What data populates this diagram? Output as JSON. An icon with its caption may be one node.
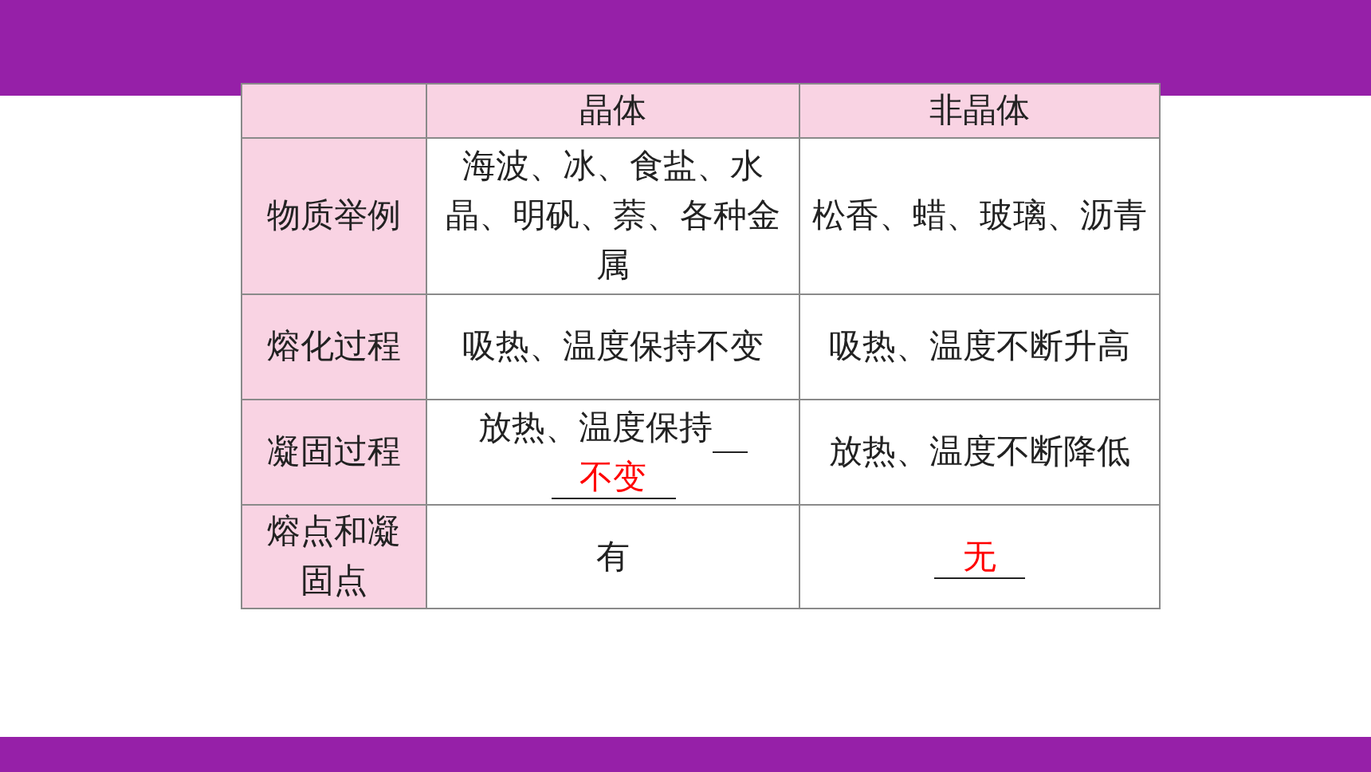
{
  "diagram": {
    "labels": [
      "晶体",
      "非晶体",
      "物质举例",
      "海波、冰、食盐、水晶、明矾、萘、各种金属",
      "松香、蜡、玻璃、沥青",
      "熔化过程",
      "吸热、温度保持不变",
      "吸热、温度不断升高",
      "凝固过程",
      "放热、温度保持",
      "不变",
      "放热、温度不断降低",
      "熔点和凝固点",
      "有",
      "无"
    ]
  }
}
